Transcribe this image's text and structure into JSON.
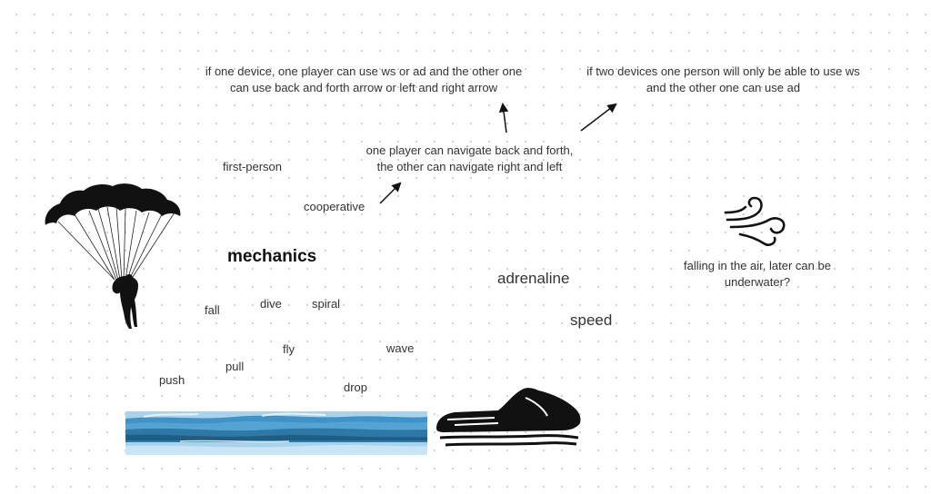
{
  "notes": {
    "one_device_line1": "if one device, one player can use ws or ad and the other one",
    "one_device_line2": "can use back and forth arrow or left and right arrow",
    "two_devices_line1": "if two devices one person will only be able to use ws",
    "two_devices_line2": "and the other one can use ad",
    "navigate_line1": "one player can navigate back and forth,",
    "navigate_line2": "the other can navigate right and left",
    "falling_line1": "falling in the air, later can be",
    "falling_line2": "underwater?"
  },
  "words": {
    "first_person": "first-person",
    "cooperative": "cooperative",
    "mechanics": "mechanics",
    "fall": "fall",
    "dive": "dive",
    "spiral": "spiral",
    "fly": "fly",
    "wave": "wave",
    "pull": "pull",
    "push": "push",
    "drop": "drop",
    "adrenaline": "adrenaline",
    "speed": "speed"
  },
  "icons": {
    "parachute": "parachute-icon",
    "wind": "wind-icon",
    "ocean": "ocean-strip-image",
    "jetski": "jetski-icon"
  },
  "colors": {
    "ink": "#111111",
    "text": "#333333",
    "ocean_light": "#a9d3ec",
    "ocean_mid": "#3f93c8",
    "ocean_dark": "#1f5d82"
  }
}
